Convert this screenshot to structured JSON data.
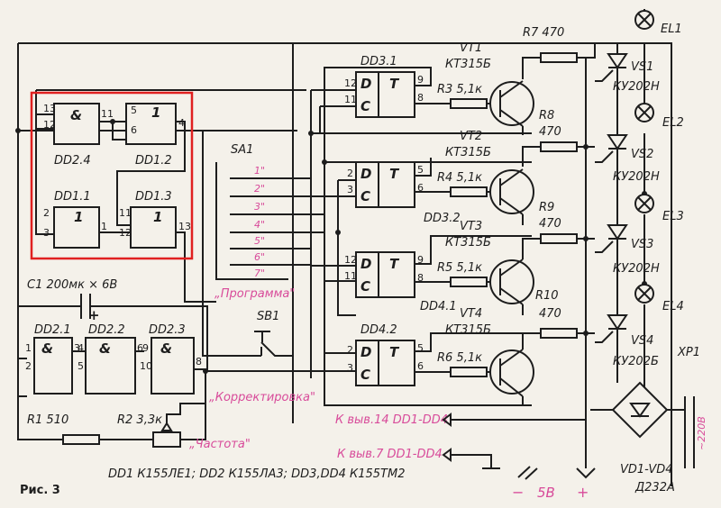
{
  "caption": "Рис. 3",
  "parts_note": "DD1  К155ЛЕ1; DD2  К155ЛА3; DD3,DD4  К155ТМ2",
  "highlight_color": "#e02020",
  "accent_color": "#d84b9a",
  "gates": {
    "dd24": "DD2.4",
    "dd12": "DD1.2",
    "dd11": "DD1.1",
    "dd13": "DD1.3",
    "dd21": "DD2.1",
    "dd22": "DD2.2",
    "dd23": "DD2.3"
  },
  "symbols": {
    "and": "&",
    "one": "1",
    "d": "D",
    "c": "C",
    "t": "T"
  },
  "flipflops": {
    "dd31": "DD3.1",
    "dd32": "DD3.2",
    "dd41": "DD4.1",
    "dd42": "DD4.2"
  },
  "transistors": [
    {
      "name": "VT1",
      "type": "КТ315Б"
    },
    {
      "name": "VT2",
      "type": "КТ315Б"
    },
    {
      "name": "VT3",
      "type": "КТ315Б"
    },
    {
      "name": "VT4",
      "type": "КТ315Б"
    }
  ],
  "resistors": {
    "r1": "R1  510",
    "r2": "R2  3,3к",
    "r3": "R3  5,1к",
    "r4": "R4  5,1к",
    "r5": "R5  5,1к",
    "r6": "R6  5,1к",
    "r7": "R7  470",
    "r8": [
      "R8",
      "470"
    ],
    "r9": [
      "R9",
      "470"
    ],
    "r10": [
      "R10",
      "470"
    ]
  },
  "thyristors": [
    {
      "vs": "VS1",
      "type": "КУ202Н",
      "el": "EL1"
    },
    {
      "vs": "VS2",
      "type": "КУ202Н",
      "el": "EL2"
    },
    {
      "vs": "VS3",
      "type": "КУ202Н",
      "el": "EL3"
    },
    {
      "vs": "VS4",
      "type": "КУ202Б",
      "el": "EL4"
    }
  ],
  "capacitor": "C1  200мк × 6В",
  "switch": "SA1",
  "button": "SB1",
  "switch_positions": [
    "1\"",
    "2\"",
    "3\"",
    "4\"",
    "5\"",
    "6\"",
    "7\""
  ],
  "labels_pink": {
    "program": "„Программа\"",
    "correction": "„Корректировка\"",
    "frequency": "„Частота\""
  },
  "to_pins_14": "К выв.14 DD1-DD4",
  "to_pins_7": "К выв.7 DD1-DD4",
  "bridge": {
    "name": "VD1-VD4",
    "type": "Д232А"
  },
  "connector": "XP1",
  "mains": "~220В",
  "supply_minus": "−",
  "supply_volt": "5В",
  "supply_plus": "+",
  "pins": {
    "p13": "13",
    "p12": "12",
    "p11": "11",
    "p5": "5",
    "p6": "6",
    "p4": "4",
    "p2": "2",
    "p3": "3",
    "p1": "1",
    "p9": "9",
    "p10": "10",
    "p8": "8"
  }
}
